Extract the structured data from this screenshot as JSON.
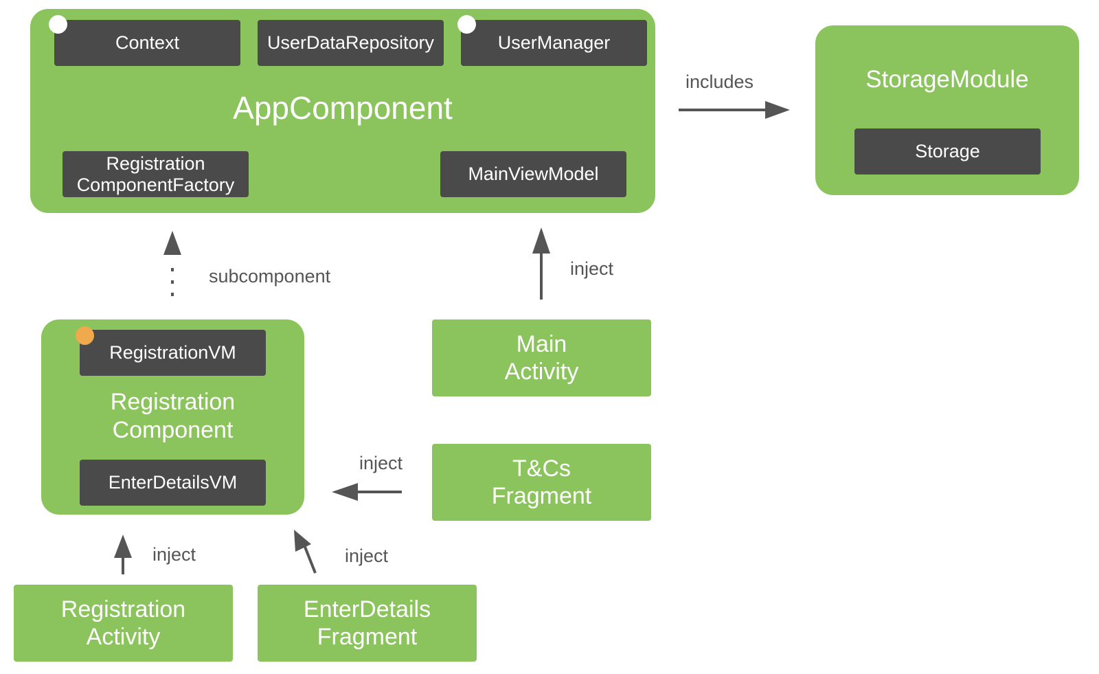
{
  "app_component": {
    "title": "AppComponent",
    "context": "Context",
    "user_data_repository": "UserDataRepository",
    "user_manager": "UserManager",
    "registration_component_factory": "Registration\nComponentFactory",
    "main_view_model": "MainViewModel"
  },
  "storage_module": {
    "title": "StorageModule",
    "storage": "Storage"
  },
  "registration_component": {
    "title": "Registration\nComponent",
    "registration_vm": "RegistrationVM",
    "enter_details_vm": "EnterDetailsVM"
  },
  "main_activity": "Main\nActivity",
  "tcs_fragment": "T&Cs\nFragment",
  "registration_activity": "Registration\nActivity",
  "enter_details_fragment": "EnterDetails\nFragment",
  "edges": {
    "includes": "includes",
    "subcomponent": "subcomponent",
    "inject_main": "inject",
    "inject_tcs": "inject",
    "inject_registration": "inject",
    "inject_enter_details": "inject"
  },
  "colors": {
    "green": "#8bc45c",
    "dark": "#4a4a4a",
    "arrow": "#555555",
    "white_dot": "#ffffff",
    "orange_dot": "#f0a94c"
  }
}
